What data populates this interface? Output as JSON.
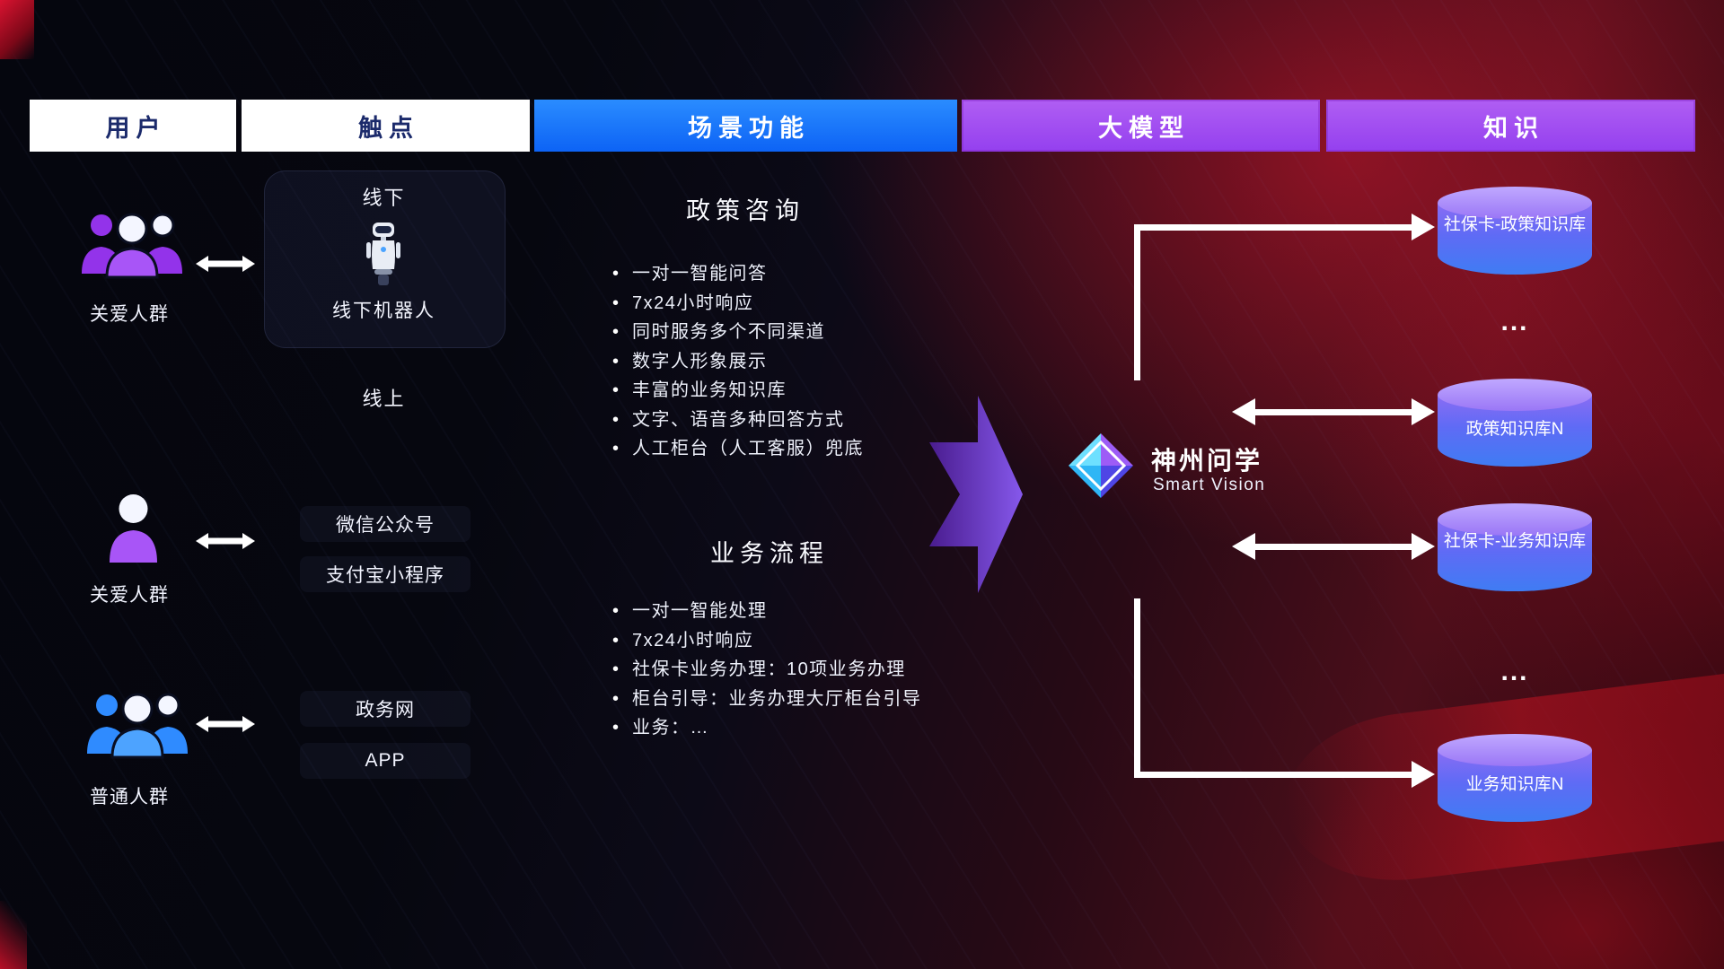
{
  "headers": [
    {
      "label": "用户"
    },
    {
      "label": "触点"
    },
    {
      "label": "场景功能"
    },
    {
      "label": "大模型"
    },
    {
      "label": "知识"
    }
  ],
  "users": [
    {
      "label": "关爱人群",
      "icon": "group-purple"
    },
    {
      "label": "关爱人群",
      "icon": "person-purple"
    },
    {
      "label": "普通人群",
      "icon": "group-blue"
    }
  ],
  "touchpoints": {
    "offline_title": "线下",
    "robot_label": "线下机器人",
    "online_title": "线上",
    "channels": [
      "微信公众号",
      "支付宝小程序",
      "政务网",
      "APP"
    ]
  },
  "scenarios": [
    {
      "title": "政策咨询",
      "items": [
        "一对一智能问答",
        "7x24小时响应",
        "同时服务多个不同渠道",
        "数字人形象展示",
        "丰富的业务知识库",
        "文字、语音多种回答方式",
        "人工柜台（人工客服）兜底"
      ]
    },
    {
      "title": "业务流程",
      "items": [
        "一对一智能处理",
        "7x24小时响应",
        "社保卡业务办理：10项业务办理",
        "柜台引导：业务办理大厅柜台引导",
        "业务：…"
      ]
    }
  ],
  "model": {
    "name": "神州问学",
    "subtitle": "Smart Vision"
  },
  "knowledge": {
    "items": [
      {
        "type": "db",
        "label": "社保卡-政策知识库"
      },
      {
        "type": "ellipsis",
        "label": "..."
      },
      {
        "type": "db",
        "label": "政策知识库N"
      },
      {
        "type": "db",
        "label": "社保卡-业务知识库"
      },
      {
        "type": "ellipsis",
        "label": "..."
      },
      {
        "type": "db",
        "label": "业务知识库N"
      }
    ]
  },
  "colors": {
    "header_blue": "#1373f5",
    "header_purple": "#a44df0",
    "accent_purple": "#a855f7",
    "accent_blue": "#4da3ff",
    "cylinder_top": "#a98bf8",
    "cylinder_body": "#4f6ef5",
    "arrow_white": "#ffffff"
  }
}
